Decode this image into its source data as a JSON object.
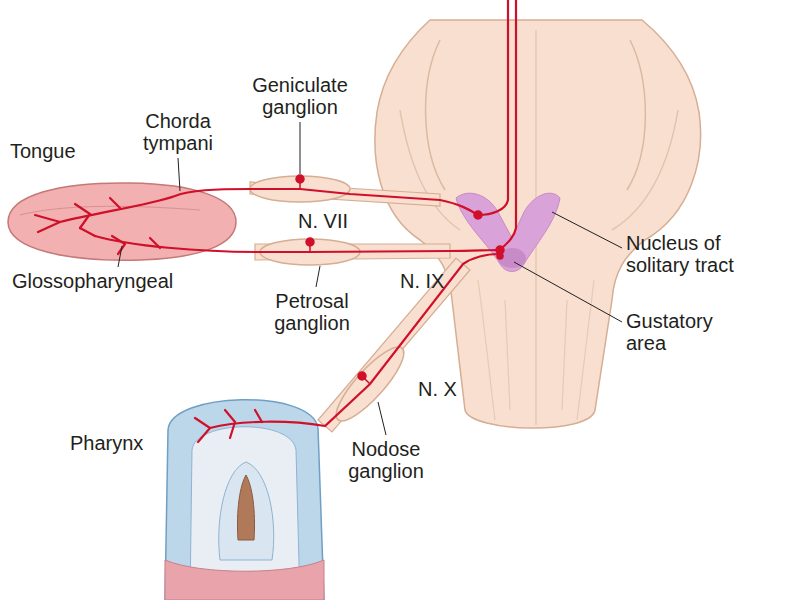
{
  "diagram": {
    "labels": [
      "Geniculate ganglion",
      "Chorda tympani",
      "Tongue",
      "N. VII",
      "Nucleus of solitary tract",
      "Glossopharyngeal",
      "N. IX",
      "Gustatory area",
      "Petrosal ganglion",
      "N. X",
      "Pharynx",
      "Nodose ganglion"
    ]
  }
}
